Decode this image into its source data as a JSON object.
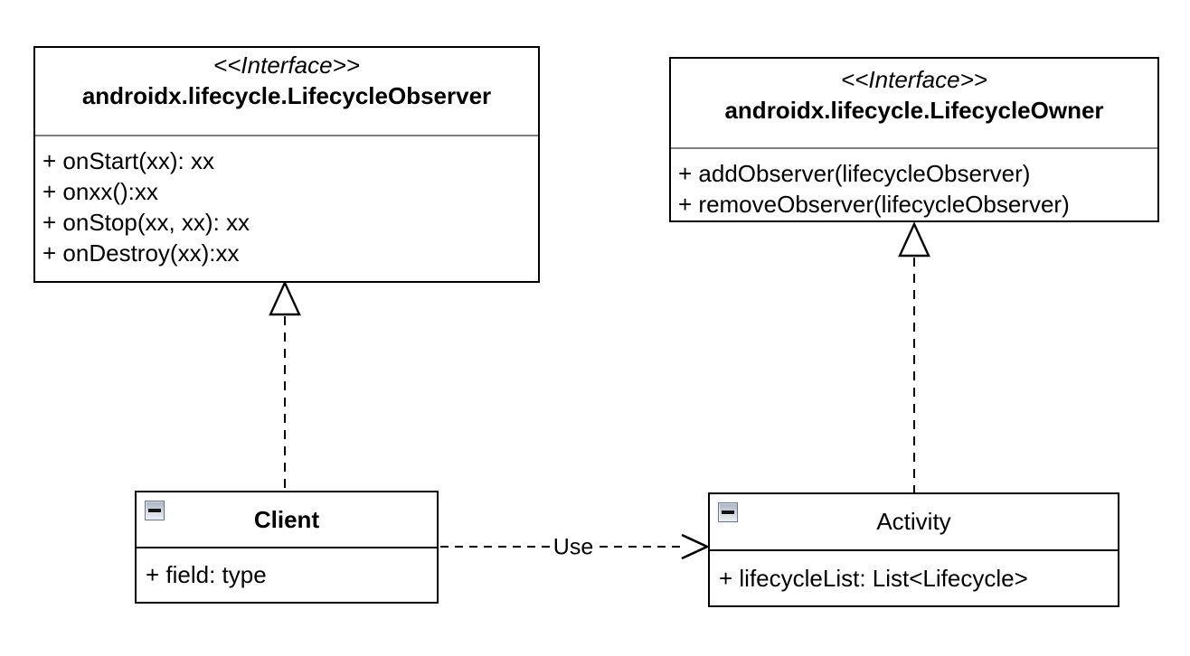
{
  "interfaces": [
    {
      "stereotype": "<<Interface>>",
      "name": "androidx.lifecycle.LifecycleObserver",
      "methods": [
        "+ onStart(xx): xx",
        "+ onxx():xx",
        "+ onStop(xx, xx): xx",
        "+ onDestroy(xx):xx"
      ]
    },
    {
      "stereotype": "<<Interface>>",
      "name": "androidx.lifecycle.LifecycleOwner",
      "methods": [
        "+ addObserver(lifecycleObserver)",
        "+ removeObserver(lifecycleObserver)"
      ]
    }
  ],
  "classes": [
    {
      "name": "Client",
      "attributes": [
        "+ field: type"
      ]
    },
    {
      "name": "Activity",
      "attributes": [
        "+ lifecycleList: List<Lifecycle>"
      ]
    }
  ],
  "relationships": [
    {
      "type": "realization",
      "from": "Client",
      "to": "androidx.lifecycle.LifecycleObserver",
      "label": ""
    },
    {
      "type": "realization",
      "from": "Activity",
      "to": "androidx.lifecycle.LifecycleOwner",
      "label": ""
    },
    {
      "type": "dependency",
      "from": "Client",
      "to": "Activity",
      "label": "Use"
    }
  ],
  "colors": {
    "border": "#000000",
    "interface_divider": "#7f7f7f",
    "background": "#ffffff"
  }
}
